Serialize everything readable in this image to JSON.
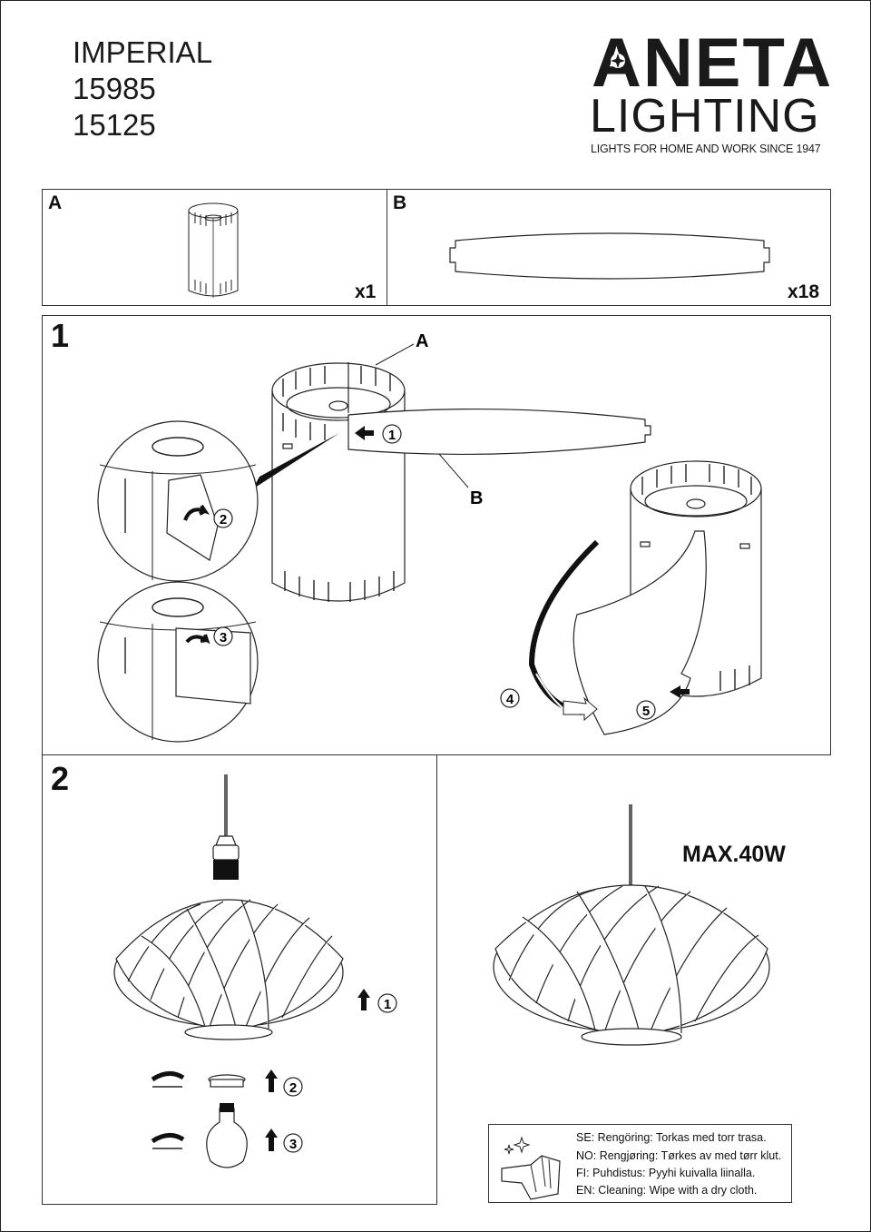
{
  "header": {
    "title_lines": [
      "IMPERIAL",
      "15985",
      "15125"
    ],
    "logo": {
      "top": "ANETA",
      "bottom": "LIGHTING",
      "tagline": "LIGHTS FOR HOME AND WORK SINCE 1947"
    }
  },
  "parts": {
    "a": {
      "label": "A",
      "quantity": "x1"
    },
    "b": {
      "label": "B",
      "quantity": "x18"
    }
  },
  "step1": {
    "number": "1",
    "callout_a": "A",
    "callout_b": "B",
    "markers": [
      "1",
      "2",
      "3",
      "4",
      "5"
    ]
  },
  "step2": {
    "number": "2",
    "markers": [
      "1",
      "2",
      "3"
    ],
    "max_power": "MAX.40W"
  },
  "cleaning": {
    "lines": [
      "SE: Rengöring: Torkas med torr trasa.",
      "NO: Rengjøring: Tørkes av med tørr klut.",
      "FI: Puhdistus: Pyyhi kuivalla liinalla.",
      "EN: Cleaning: Wipe with a dry cloth."
    ]
  },
  "colors": {
    "ink": "#1a1a1a",
    "paper": "#ffffff"
  }
}
